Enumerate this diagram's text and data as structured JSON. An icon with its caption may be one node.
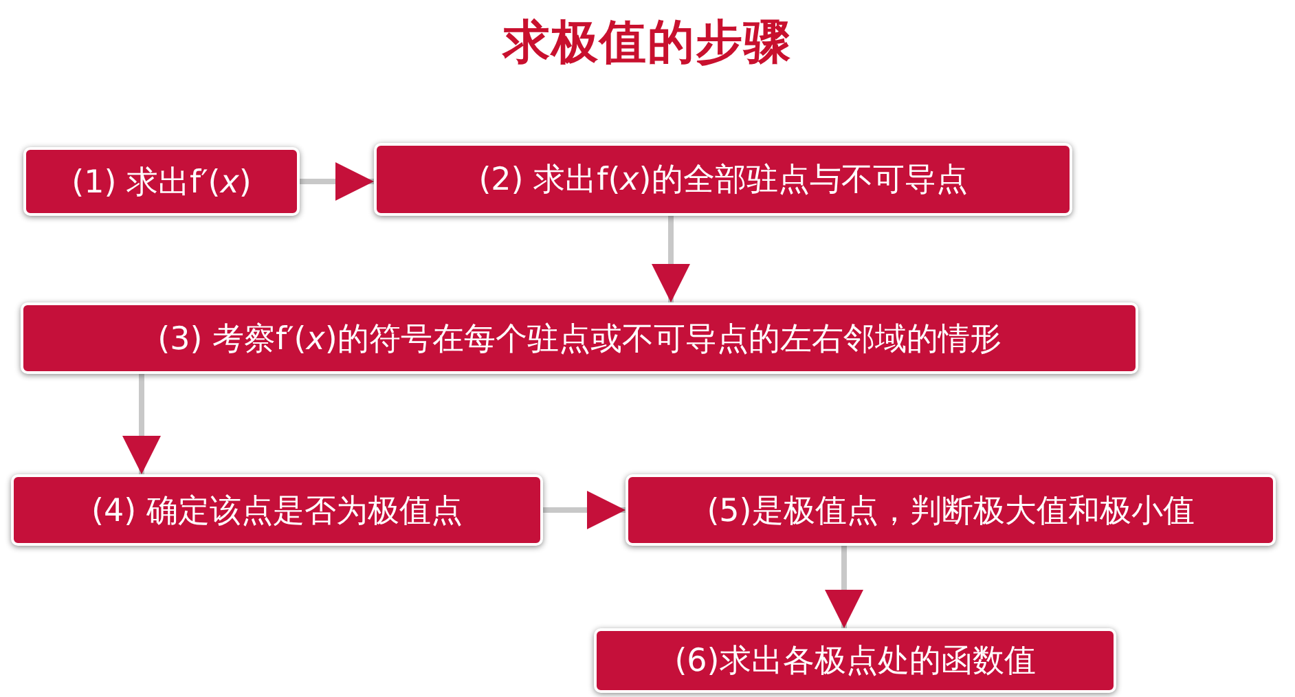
{
  "diagram": {
    "title": "求极值的步骤",
    "nodes": [
      {
        "text": [
          "(1) 求出f′(*x*)"
        ]
      },
      {
        "text": [
          "(2) 求出f(*x*)的全部驻点与不可导点"
        ]
      },
      {
        "text": [
          "(3) 考察f′(*x*)的符号在每个驻点或不可导点的左右邻域的情形"
        ]
      },
      {
        "text": [
          "(4) 确定该点是否为极值点"
        ]
      },
      {
        "text": [
          "(5)是极值点，判断极大值和极小值"
        ]
      },
      {
        "text": [
          "(6)求出各极点处的函数值"
        ]
      }
    ],
    "edges": [
      {
        "from": 0,
        "to": 1,
        "arrow": "to"
      },
      {
        "from": 1,
        "to": 2,
        "arrow": "to"
      },
      {
        "from": 2,
        "to": 3,
        "arrow": "to"
      },
      {
        "from": 3,
        "to": 4,
        "arrow": "to"
      },
      {
        "from": 4,
        "to": 5,
        "arrow": "to"
      }
    ]
  }
}
